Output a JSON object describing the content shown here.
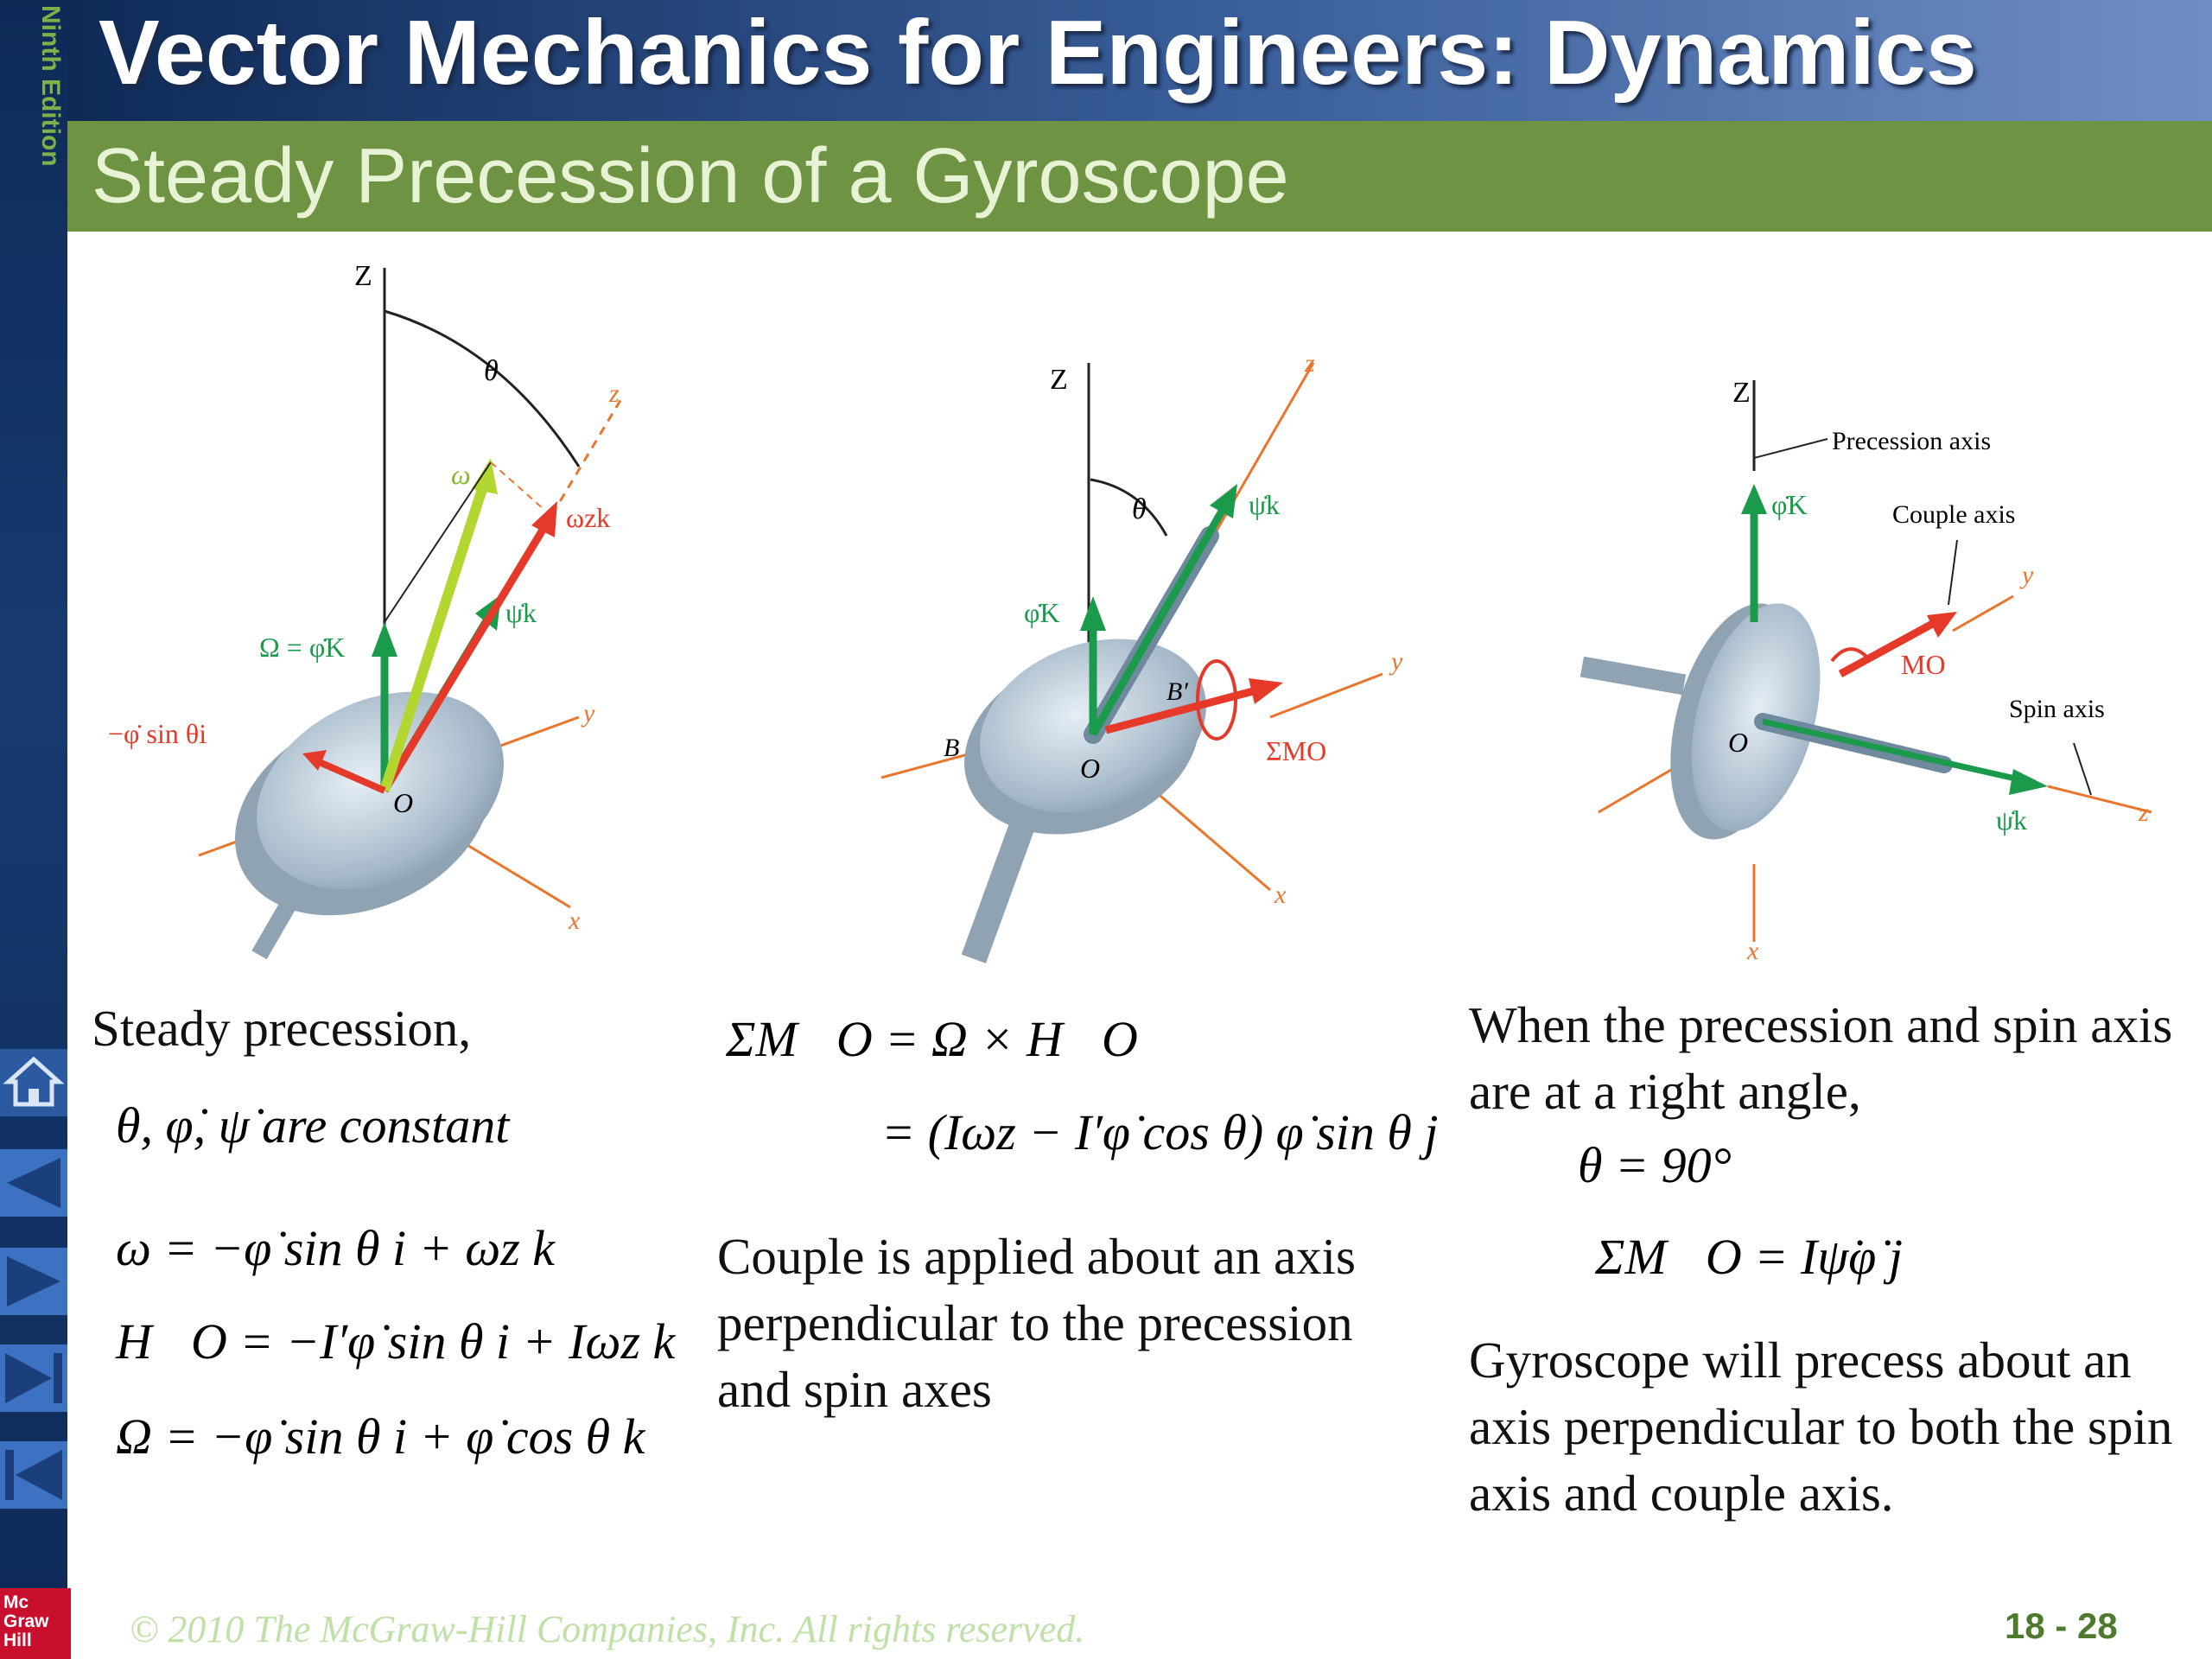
{
  "sidebar": {
    "edition_label": "Ninth Edition",
    "nav_icons": [
      "home-icon",
      "previous-icon",
      "next-icon",
      "last-icon",
      "first-icon"
    ],
    "publisher_logo": "Mc Graw Hill"
  },
  "header": {
    "title": "Vector Mechanics for Engineers: Dynamics",
    "subtitle": "Steady Precession of a Gyroscope"
  },
  "figures": {
    "left": {
      "axis_Z": "Z",
      "theta": "θ",
      "axis_z": "z",
      "omega": "ω",
      "omega_z_k": "ωzk",
      "psi_k": "ψ̇k",
      "Omega": "Ω = φ̇K",
      "neg_phi_sin": "−φ̇ sin θi",
      "origin": "O",
      "axis_y": "y",
      "axis_x": "x"
    },
    "middle": {
      "axis_Z": "Z",
      "axis_z": "z",
      "theta": "θ",
      "psi_k": "ψ̇k",
      "phi_K": "φ̇K",
      "B_prime": "B′",
      "axis_y": "y",
      "B": "B",
      "origin": "O",
      "sum_M": "ΣMO",
      "axis_x": "x"
    },
    "right": {
      "axis_Z": "Z",
      "precession_axis": "Precession axis",
      "phi_K": "φ̇K",
      "couple_axis": "Couple axis",
      "axis_y": "y",
      "M_O": "MO",
      "spin_axis": "Spin axis",
      "origin": "O",
      "psi_k": "ψ̇k",
      "axis_z": "z",
      "axis_x": "x"
    }
  },
  "left_column": {
    "intro": "Steady precession,",
    "constants_line": "θ, φ̇, ψ̇  are constant",
    "eq_omega": "ω = −φ̇ sin θ i + ωz k",
    "eq_H": "H⃗O = −I′φ̇ sin θ i + Iωz k",
    "eq_Omega": "Ω = −φ̇ sin θ i + φ̇ cos θ k"
  },
  "middle_column": {
    "eq_sumM": "ΣM⃗O = Ω × H⃗O",
    "eq_sumM_2": "= (Iωz − I′φ̇ cos θ) φ̇ sin θ j",
    "text": "Couple is applied about an axis perpendicular to the precession and spin axes"
  },
  "right_column": {
    "text1": "When the precession and spin axis are at a right angle,",
    "eq_theta": "θ = 90°",
    "eq_M": "ΣM⃗O = Iψ̇φ̇ j",
    "text2": "Gyroscope will precess about an axis perpendicular to both the spin axis and couple axis."
  },
  "footer": {
    "copyright": "© 2010 The McGraw-Hill Companies, Inc. All rights reserved.",
    "page": "18 - 28"
  }
}
